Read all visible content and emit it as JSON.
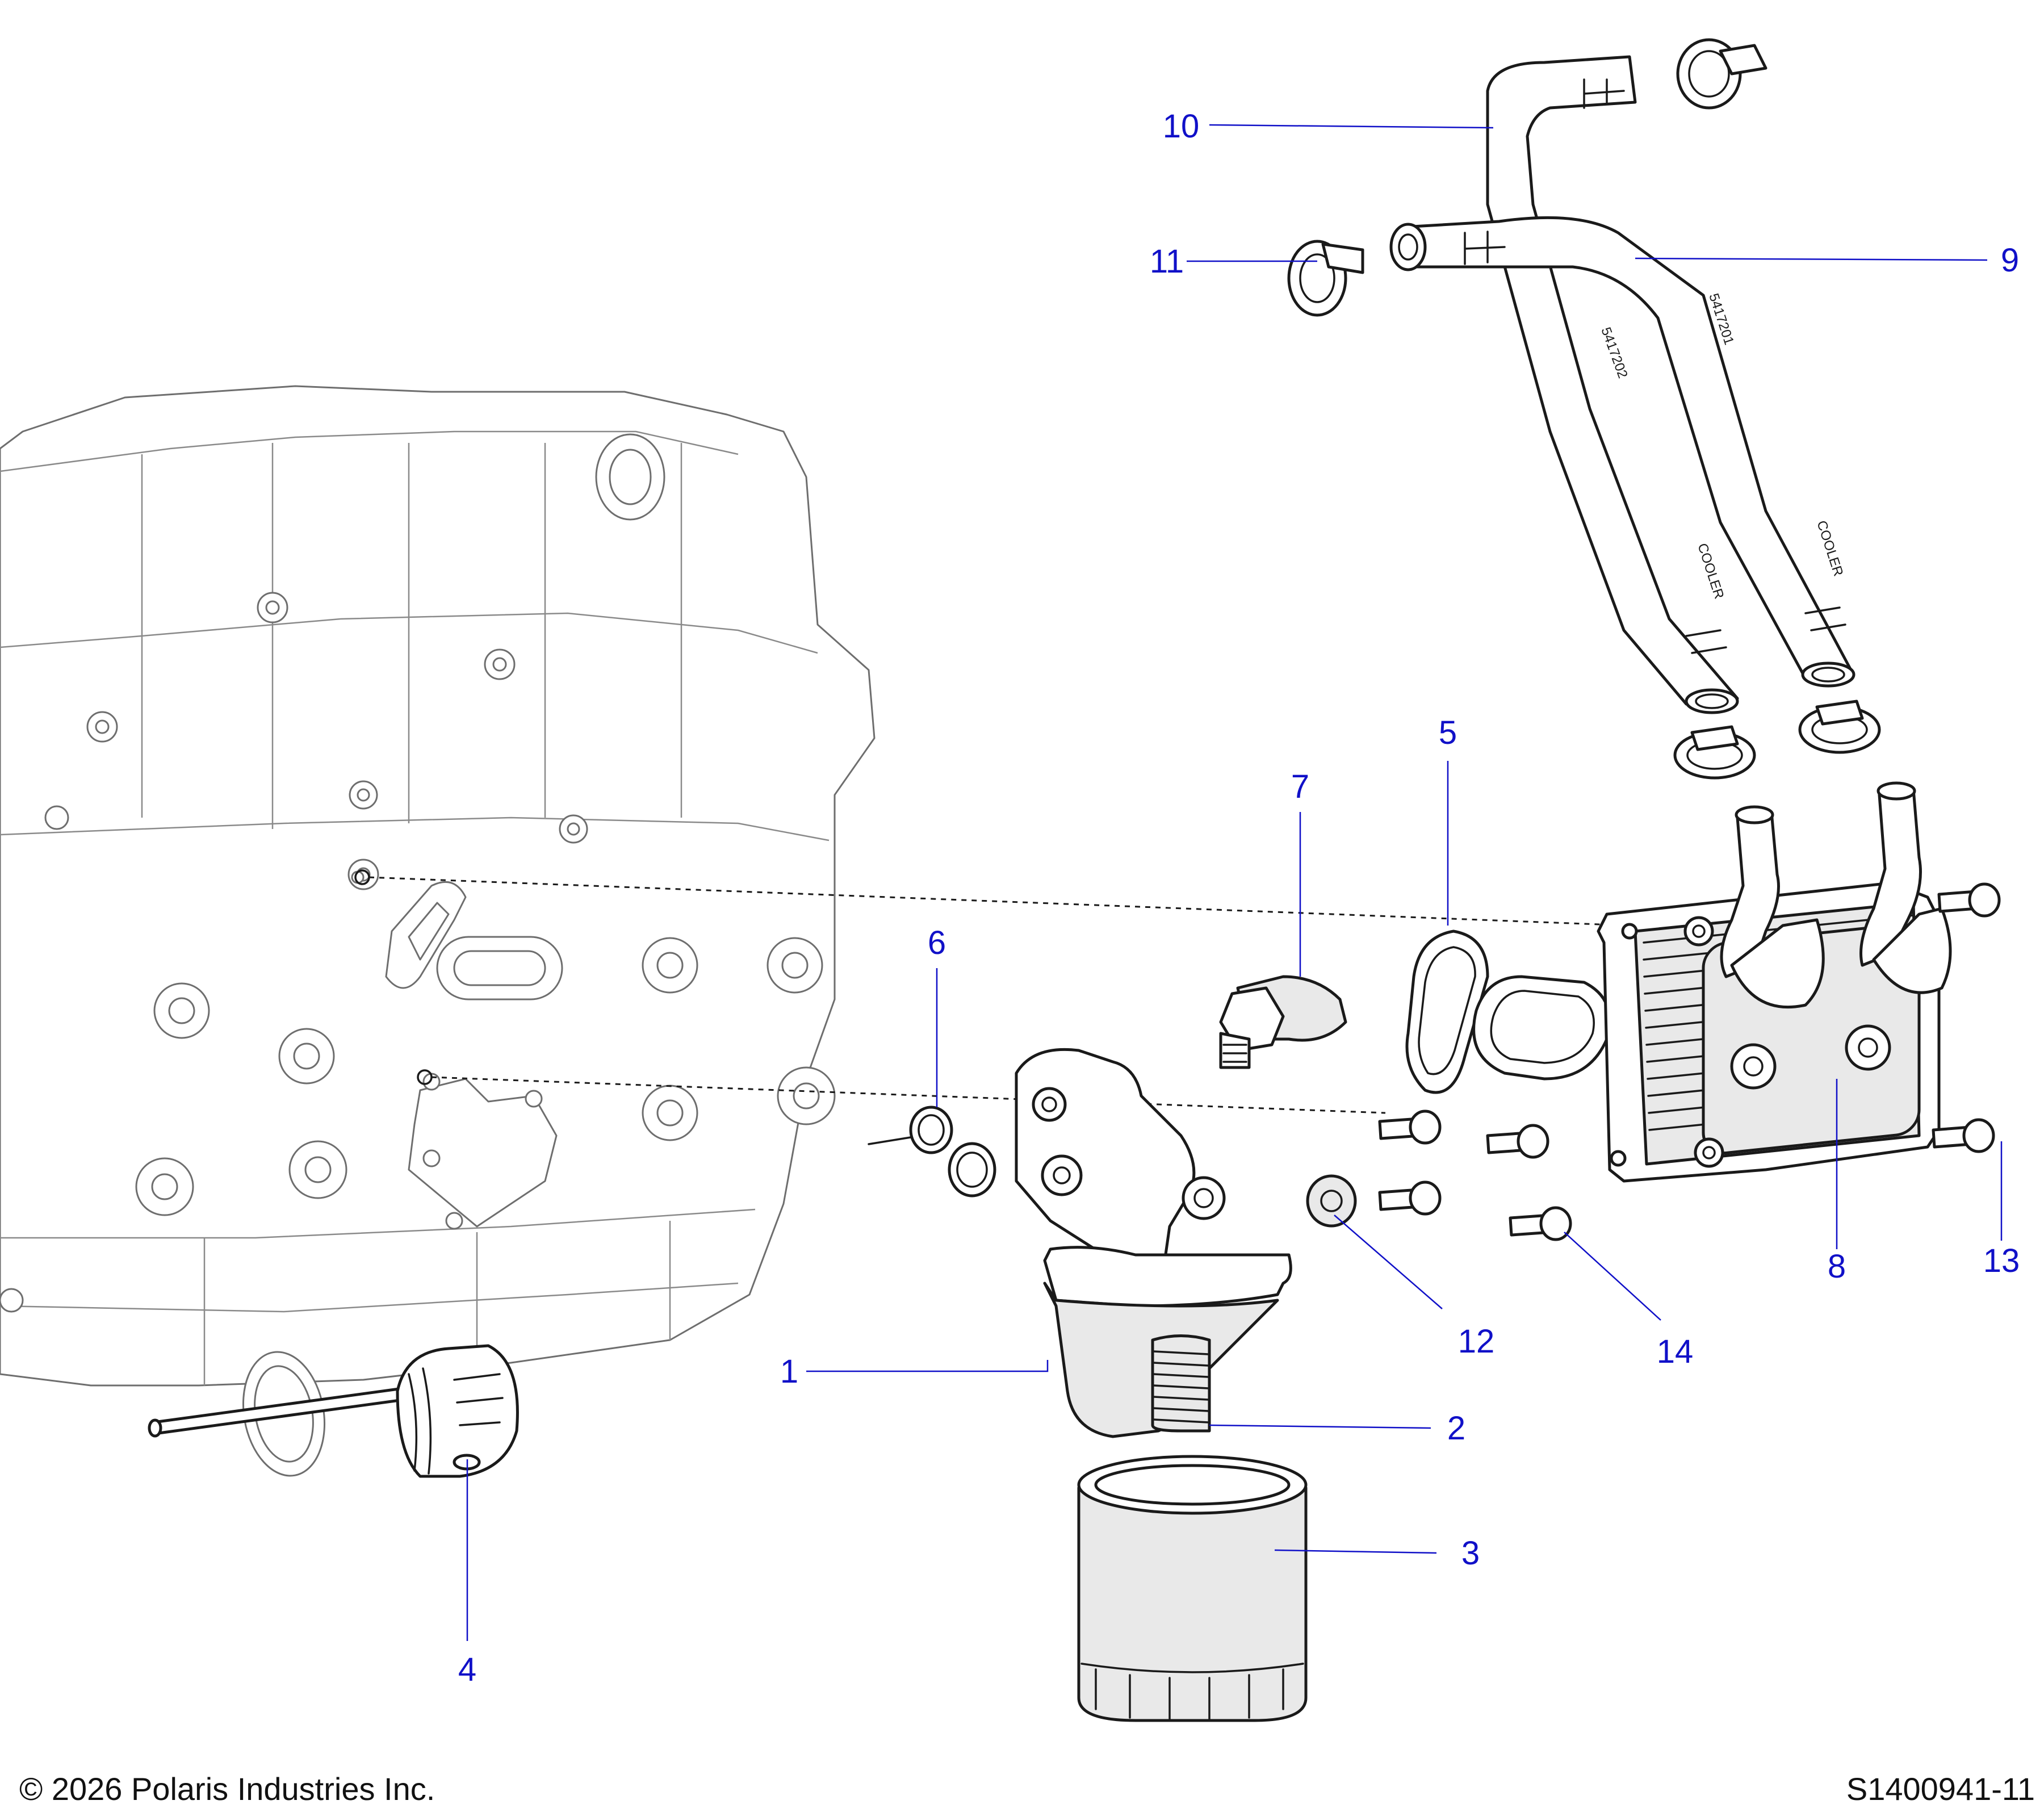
{
  "footer": {
    "copyright": "© 2026 Polaris Industries Inc.",
    "drawing_number": "S1400941-11"
  },
  "callouts": [
    "1",
    "2",
    "3",
    "4",
    "5",
    "6",
    "7",
    "8",
    "9",
    "10",
    "11",
    "12",
    "13",
    "14"
  ],
  "hose_markings": {
    "hose_10_part": "5417202",
    "hose_9_part": "5417201",
    "hose_10_label": "COOLER",
    "hose_9_label": "COOLER"
  },
  "colors": {
    "callout": "#1010c8",
    "ink": "#1a1a1a",
    "background": "#ffffff"
  }
}
